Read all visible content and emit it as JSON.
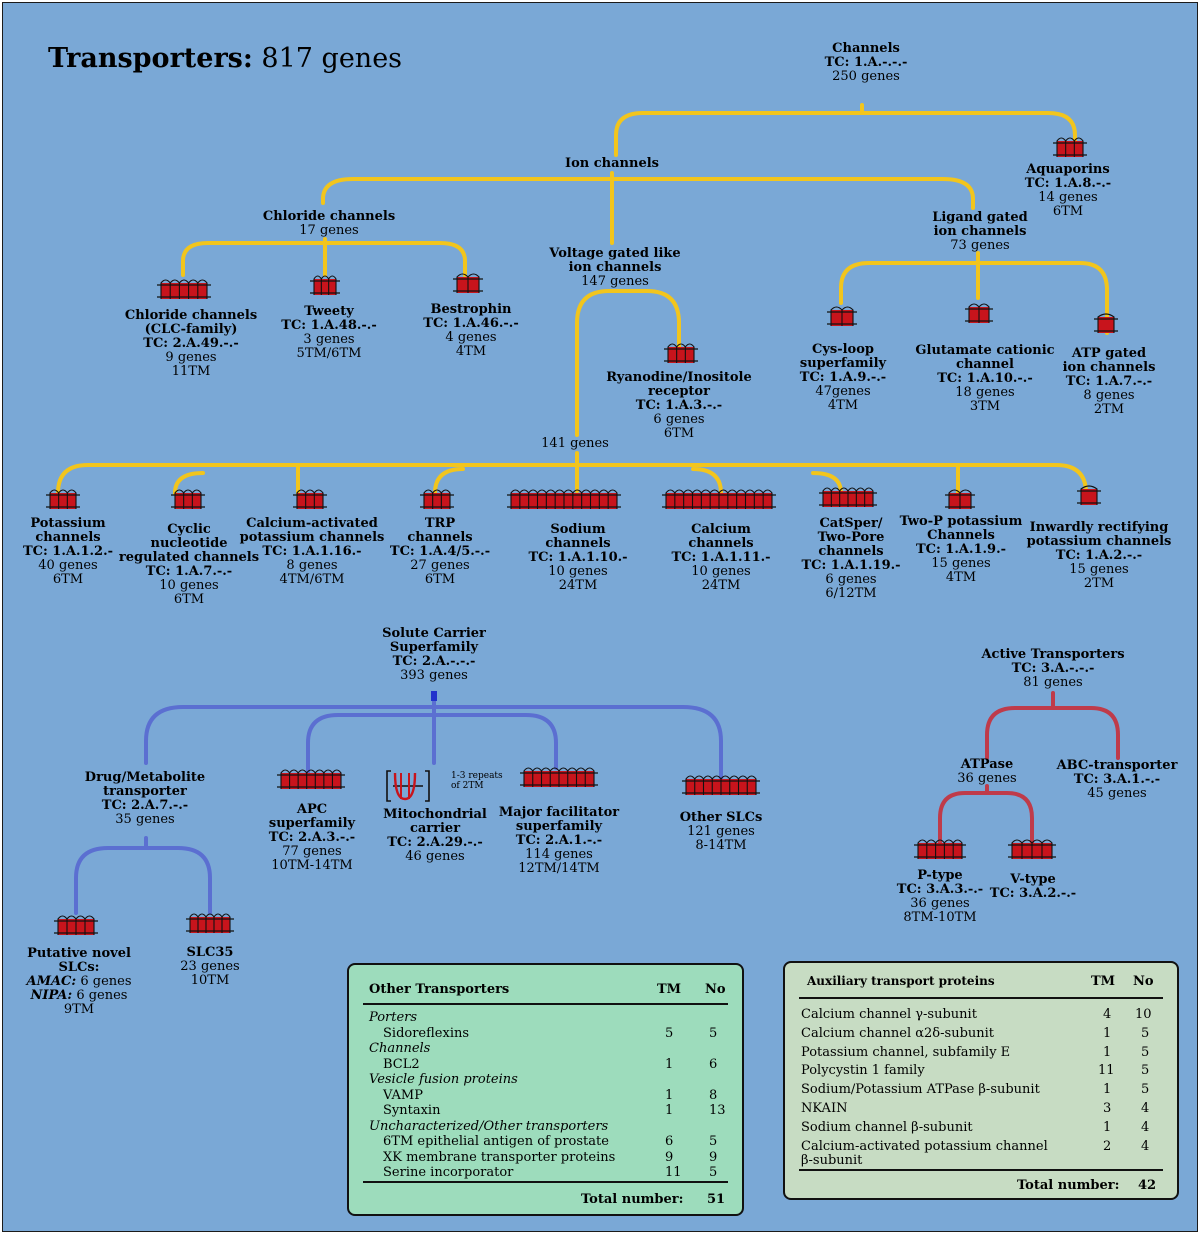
{
  "title": {
    "bold": "Transporters:",
    "rest": " 817 genes"
  },
  "nodes": {
    "channels": [
      "Channels",
      "TC: 1.A.-.-.-",
      "250 genes"
    ],
    "ion_channels": [
      "Ion channels"
    ],
    "aquaporins": [
      "Aquaporins",
      "TC: 1.A.8.-.-",
      "14 genes",
      "6TM"
    ],
    "chloride_channels": [
      "Chloride channels",
      "17 genes"
    ],
    "voltage_gated_like": [
      "Voltage gated like",
      "ion channels",
      "147 genes"
    ],
    "ligand_gated": [
      "Ligand gated",
      "ion channels",
      "73 genes"
    ],
    "clc_family": [
      "Chloride channels",
      "(CLC-family)",
      "TC: 2.A.49.-.-",
      "9 genes",
      "11TM"
    ],
    "tweety": [
      "Tweety",
      "TC: 1.A.48.-.-",
      "3 genes",
      "5TM/6TM"
    ],
    "bestrophin": [
      "Bestrophin",
      "TC: 1.A.46.-.-",
      "4 genes",
      "4TM"
    ],
    "ryanodine": [
      "Ryanodine/Inositole",
      "receptor",
      "TC: 1.A.3.-.-",
      "6 genes",
      "6TM"
    ],
    "cys_loop": [
      "Cys-loop",
      "superfamily",
      "TC: 1.A.9.-.-",
      "47genes",
      "4TM"
    ],
    "glutamate": [
      "Glutamate cationic",
      "channel",
      "TC: 1.A.10.-.-",
      "18 genes",
      "3TM"
    ],
    "atp_gated": [
      "ATP gated",
      "ion channels",
      "TC: 1.A.7.-.-",
      "8 genes",
      "2TM"
    ],
    "vg_141": [
      "141 genes"
    ],
    "potassium": [
      "Potassium",
      "channels",
      "TC: 1.A.1.2.-",
      "40 genes",
      "6TM"
    ],
    "cyclic_nucleotide": [
      "Cyclic",
      "nucleotide",
      "regulated channels",
      "TC: 1.A.7.-.-",
      "10 genes",
      "6TM"
    ],
    "calcium_activated_k": [
      "Calcium-activated",
      "potassium channels",
      "TC: 1.A.1.16.-",
      "8 genes",
      "4TM/6TM"
    ],
    "trp": [
      "TRP",
      "channels",
      "TC: 1.A.4/5.-.-",
      "27 genes",
      "6TM"
    ],
    "sodium": [
      "Sodium",
      "channels",
      "TC: 1.A.1.10.-",
      "10 genes",
      "24TM"
    ],
    "calcium": [
      "Calcium",
      "channels",
      "TC: 1.A.1.11.-",
      "10 genes",
      "24TM"
    ],
    "catsper": [
      "CatSper/",
      "Two-Pore",
      "channels",
      "TC: 1.A.1.19.-",
      "6 genes",
      "6/12TM"
    ],
    "two_p_potassium": [
      "Two-P potassium",
      "Channels",
      "TC: 1.A.1.9.-",
      "15 genes",
      "4TM"
    ],
    "inward_rectifying": [
      "Inwardly rectifying",
      "potassium channels",
      "TC: 1.A.2.-.-",
      "15 genes",
      "2TM"
    ],
    "slc_superfamily": [
      "Solute Carrier",
      "Superfamily",
      "TC: 2.A.-.-.-",
      "393 genes"
    ],
    "drug_metabolite": [
      "Drug/Metabolite",
      "transporter",
      "TC: 2.A.7.-.-",
      "35 genes"
    ],
    "apc": [
      "APC",
      "superfamily",
      "TC: 2.A.3.-.-",
      "77 genes",
      "10TM-14TM"
    ],
    "mitochondrial": [
      "Mitochondrial",
      "carrier",
      "TC: 2.A.29.-.-",
      "46 genes"
    ],
    "mito_repeats": [
      "1-3 repeats",
      "of 2TM"
    ],
    "mfs": [
      "Major facilitator",
      "superfamily",
      "TC: 2.A.1.-.-",
      "114 genes",
      "12TM/14TM"
    ],
    "other_slcs": [
      "Other SLCs",
      "121 genes",
      "8-14TM"
    ],
    "putative_novel": {
      "title1": "Putative novel",
      "title2": "SLCs:",
      "amac_name": "AMAC:",
      "amac_count": " 6 genes",
      "nipa_name": "NIPA:",
      "nipa_count": " 6 genes",
      "tm": "9TM"
    },
    "slc35": [
      "SLC35",
      "23 genes",
      "10TM"
    ],
    "active_transporters": [
      "Active Transporters",
      "TC: 3.A.-.-.-",
      "81 genes"
    ],
    "atpase": [
      "ATPase",
      "36 genes"
    ],
    "abc": [
      "ABC-transporter",
      "TC: 3.A.1.-.-",
      "45 genes"
    ],
    "p_type": [
      "P-type",
      "TC: 3.A.3.-.-",
      "36 genes",
      "8TM-10TM"
    ],
    "v_type": [
      "V-type",
      "TC: 3.A.2.-.-"
    ]
  },
  "other_transporters": {
    "header": {
      "title": "Other Transporters",
      "tm": "TM",
      "no": "No"
    },
    "rows": [
      {
        "label": "Porters",
        "group": true
      },
      {
        "label": "Sidoreflexins",
        "tm": "5",
        "no": "5"
      },
      {
        "label": "Channels",
        "group": true
      },
      {
        "label": "BCL2",
        "tm": "1",
        "no": "6"
      },
      {
        "label": "Vesicle fusion proteins",
        "group": true
      },
      {
        "label": "VAMP",
        "tm": "1",
        "no": "8"
      },
      {
        "label": "Syntaxin",
        "tm": "1",
        "no": "13"
      },
      {
        "label": "Uncharacterized/Other transporters",
        "group": true
      },
      {
        "label": "6TM epithelial antigen of prostate",
        "tm": "6",
        "no": "5"
      },
      {
        "label": "XK membrane transporter proteins",
        "tm": "9",
        "no": "9"
      },
      {
        "label": "Serine incorporator",
        "tm": "11",
        "no": "5"
      }
    ],
    "total_label": "Total number:",
    "total": "51"
  },
  "auxiliary": {
    "header": {
      "title": "Auxiliary transport proteins",
      "tm": "TM",
      "no": "No"
    },
    "rows": [
      {
        "label": "Calcium channel γ-subunit",
        "tm": "4",
        "no": "10"
      },
      {
        "label": "Calcium channel α2δ-subunit",
        "tm": "1",
        "no": "5"
      },
      {
        "label": "Potassium channel, subfamily E",
        "tm": "1",
        "no": "5"
      },
      {
        "label": "Polycystin 1 family",
        "tm": "11",
        "no": "5"
      },
      {
        "label": "Sodium/Potassium ATPase β-subunit",
        "tm": "1",
        "no": "5"
      },
      {
        "label": "NKAIN",
        "tm": "3",
        "no": "4"
      },
      {
        "label": "Sodium channel β-subunit",
        "tm": "1",
        "no": "4"
      },
      {
        "label": "Calcium-activated potassium channel",
        "label2": "β-subunit",
        "tm": "2",
        "no": "4"
      }
    ],
    "total_label": "Total number:",
    "total": "42"
  },
  "colors": {
    "background": "#7aa8d6",
    "channel_edges": "#f2c51d",
    "slc_edges": "#5b6fd1",
    "active_edges": "#bf3b4a",
    "helix": "#c8141c",
    "other_box": "#9ddcbc",
    "aux_box": "#c7dcc3"
  }
}
